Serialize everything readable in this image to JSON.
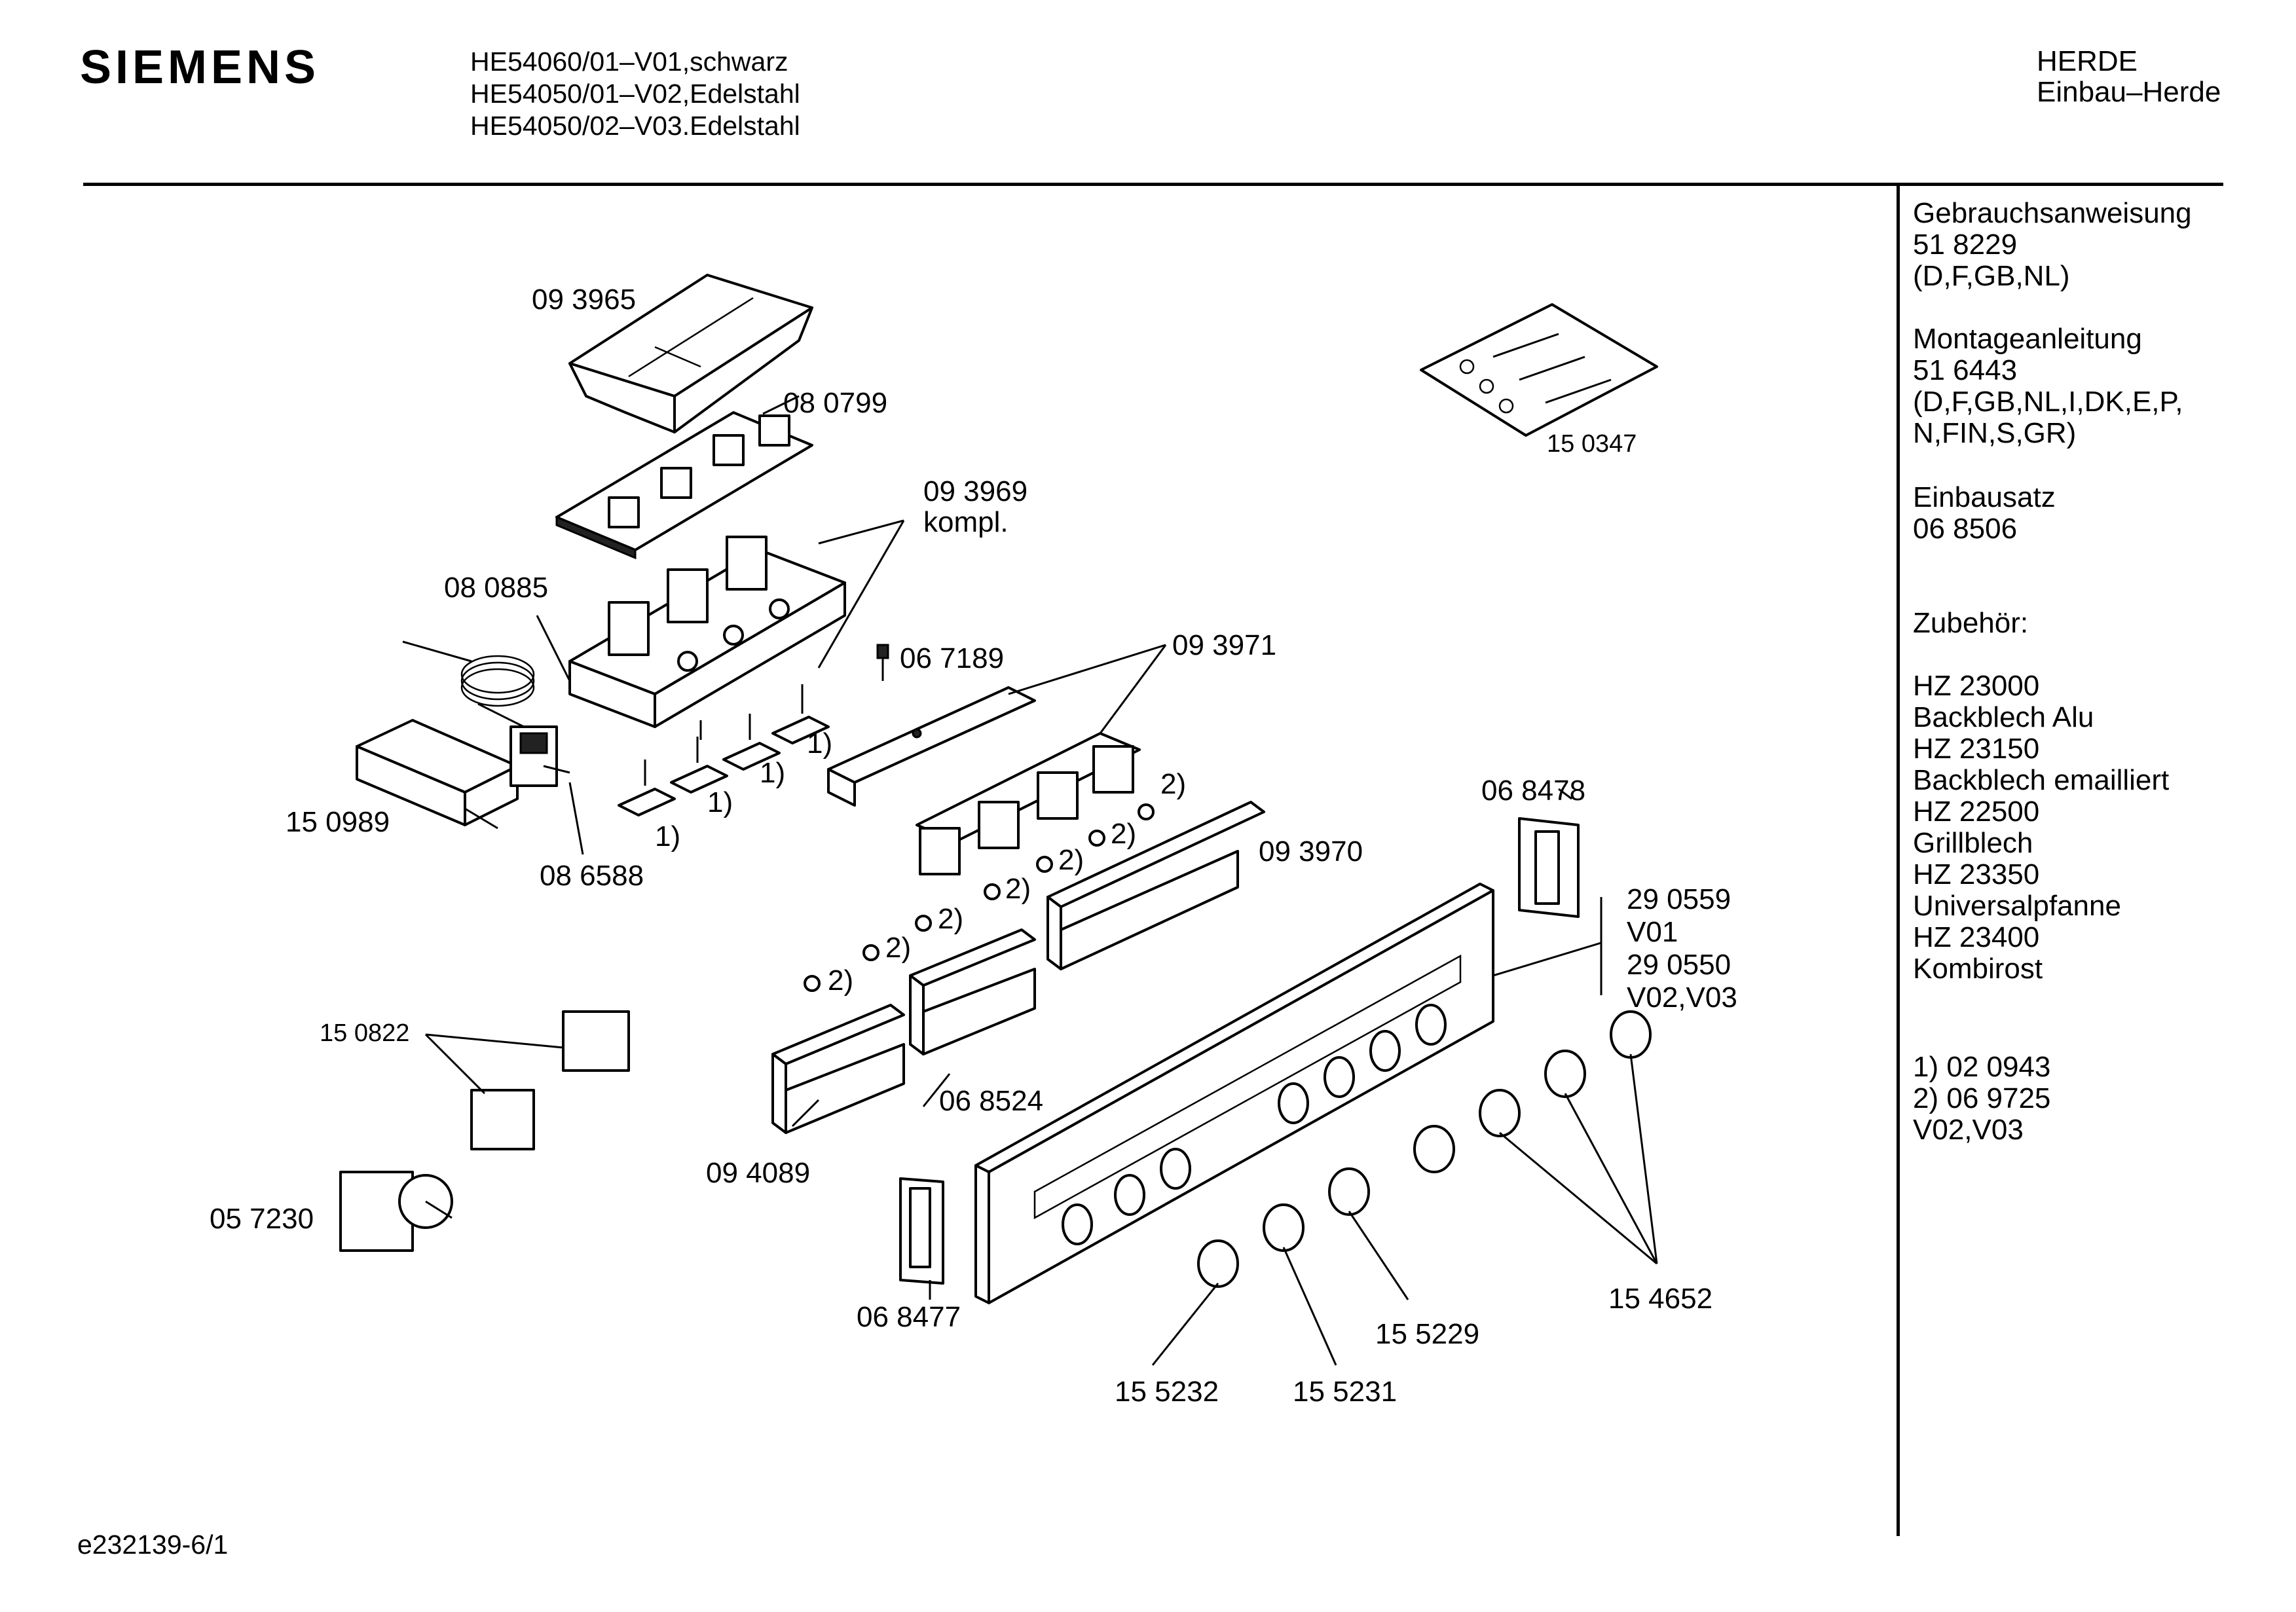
{
  "header": {
    "brand": "SIEMENS",
    "models": [
      "HE54060/01–V01,schwarz",
      "HE54050/01–V02,Edelstahl",
      "HE54050/02–V03.Edelstahl"
    ],
    "category": [
      "HERDE",
      "Einbau–Herde"
    ]
  },
  "sidebar": {
    "blocks": [
      [
        "Gebrauchsanweisung",
        "51 8229",
        "(D,F,GB,NL)"
      ],
      [
        "Montageanleitung",
        "51 6443",
        "(D,F,GB,NL,I,DK,E,P,",
        " N,FIN,S,GR)"
      ],
      [
        "Einbausatz",
        "06 8506"
      ],
      [
        "Zubehör:"
      ],
      [
        "HZ 23000",
        "Backblech Alu",
        "HZ 23150",
        "Backblech emailliert",
        "HZ 22500",
        "Grillblech",
        "HZ 23350",
        "Universalpfanne",
        "HZ 23400",
        "Kombirost"
      ],
      [
        "1) 02 0943",
        "2) 06 9725",
        "     V02,V03"
      ]
    ]
  },
  "footer": {
    "drawing_id": "e232139-6/1"
  },
  "diagram": {
    "labels": {
      "p093965": "09 3965",
      "p080799": "08 0799",
      "p093969": "09 3969",
      "p093969_note": "kompl.",
      "p080885": "08 0885",
      "p067189": "06 7189",
      "p093971": "09 3971",
      "p150347": "15 0347",
      "p150989": "15 0989",
      "p086588": "08 6588",
      "p068478": "06 8478",
      "p093970": "09 3970",
      "p290559": "29 0559",
      "v01": "V01",
      "p290550": "29 0550",
      "v02v03": "V02,V03",
      "p150822": "15 0822",
      "p068524": "06 8524",
      "p094089": "09 4089",
      "p057230": "05 7230",
      "p068477": "06 8477",
      "p155232": "15 5232",
      "p155231": "15 5231",
      "p155229": "15 5229",
      "p154652": "15 4652",
      "note1": "1)",
      "note2": "2)"
    }
  }
}
